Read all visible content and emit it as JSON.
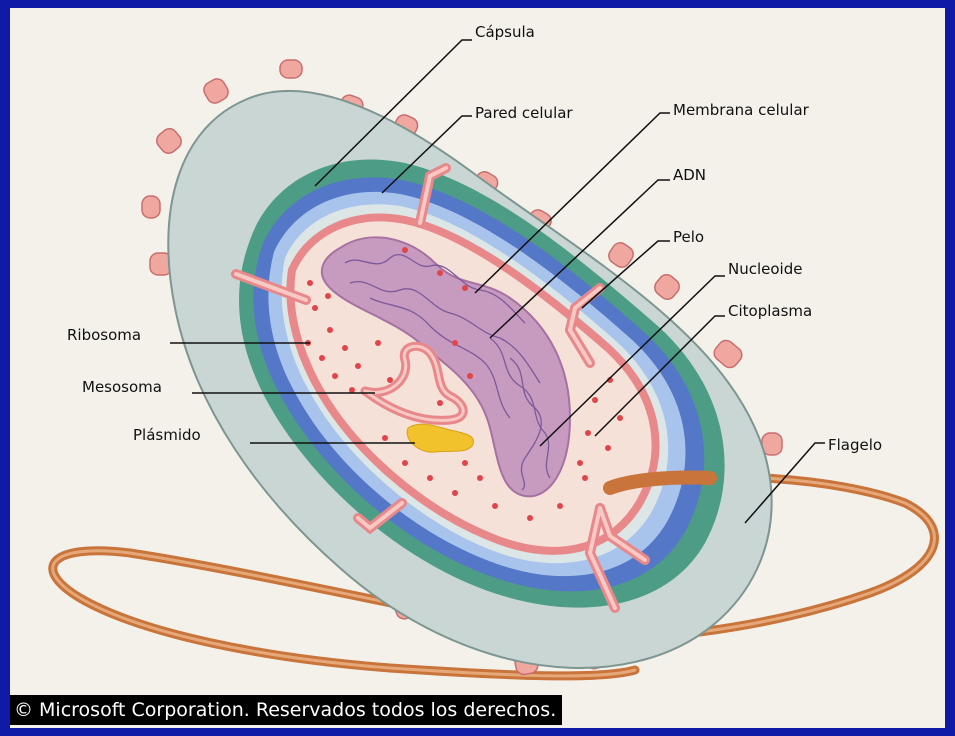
{
  "labels": {
    "capsula": "Cápsula",
    "pared_celular": "Pared celular",
    "membrana_celular": "Membrana celular",
    "adn": "ADN",
    "pelo": "Pelo",
    "nucleoide": "Nucleoide",
    "citoplasma": "Citoplasma",
    "flagelo": "Flagelo",
    "ribosoma": "Ribosoma",
    "mesosoma": "Mesosoma",
    "plasmido": "Plásmido"
  },
  "copyright": "© Microsoft Corporation. Reservados todos los derechos.",
  "colors": {
    "border": "#0f1aa6",
    "background": "#f4f1ea",
    "capsule": "#c9d6d3",
    "cell_wall_green": "#4d9c86",
    "wall_blue_dark": "#5577c8",
    "wall_blue_light": "#a9c4ec",
    "membrane": "#e8888a",
    "cytoplasm": "#f6e1d8",
    "nucleoid": "#c79ac0",
    "flagellum": "#c8743b",
    "pili": "#f0a7a0",
    "plasmid": "#f2c22c"
  }
}
